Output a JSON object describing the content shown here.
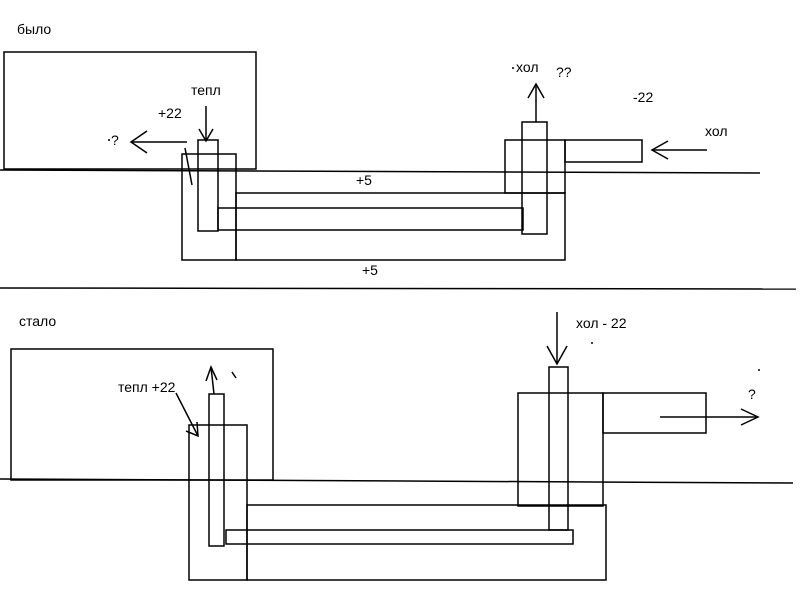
{
  "colors": {
    "stroke": "#000000",
    "background": "#ffffff"
  },
  "before": {
    "title": "было",
    "labels": {
      "warm": "тепл",
      "warm_temp": "+22",
      "out_question": "?",
      "cold_out": "хол",
      "cold_question": "??",
      "cold_temp": "-22",
      "cold_in": "хол",
      "mid_upper": "+5",
      "mid_lower": "+5"
    }
  },
  "after": {
    "title": "стало",
    "labels": {
      "warm": "тепл +22",
      "cold": "хол - 22",
      "out_question": "?"
    }
  }
}
